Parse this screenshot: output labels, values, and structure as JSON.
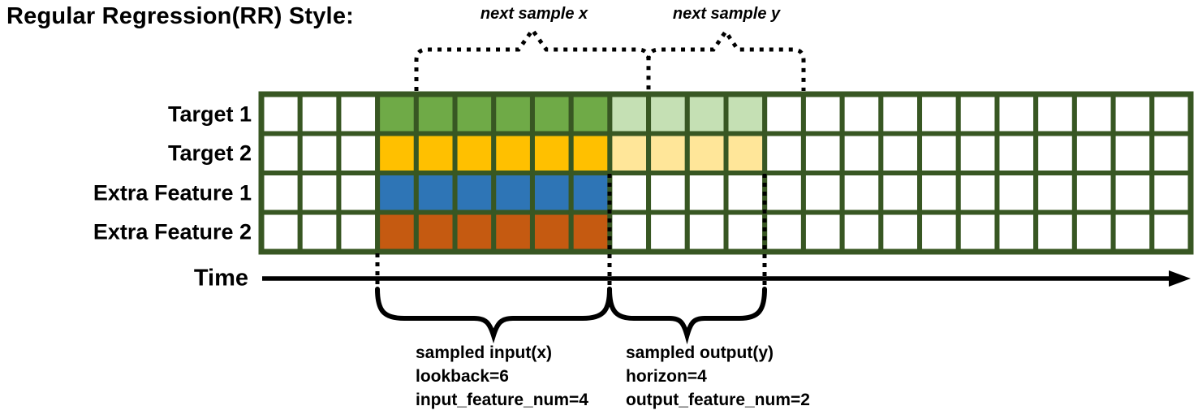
{
  "title": "Regular Regression(RR) Style:",
  "colors": {
    "border": "#385723",
    "green": "#6FAA47",
    "lightGreen": "#C5E0B4",
    "gold": "#FFC000",
    "lightGold": "#FFE699",
    "blue": "#2E75B6",
    "orange": "#C55A11",
    "ink": "#000000"
  },
  "grid": {
    "columns": 24,
    "rows": [
      {
        "label": "Target 1",
        "cells": [
          {
            "range": [
              3,
              9
            ],
            "color": "green"
          },
          {
            "range": [
              9,
              13
            ],
            "color": "lightGreen"
          }
        ]
      },
      {
        "label": "Target 2",
        "cells": [
          {
            "range": [
              3,
              9
            ],
            "color": "gold"
          },
          {
            "range": [
              9,
              13
            ],
            "color": "lightGold"
          }
        ]
      },
      {
        "label": "Extra Feature 1",
        "cells": [
          {
            "range": [
              3,
              9
            ],
            "color": "blue"
          }
        ]
      },
      {
        "label": "Extra Feature 2",
        "cells": [
          {
            "range": [
              3,
              9
            ],
            "color": "orange"
          }
        ]
      }
    ]
  },
  "annotations": {
    "time_label": "Time",
    "next_sample_x": "next sample x",
    "next_sample_y": "next sample y",
    "input_lines": [
      "sampled input(x)",
      "lookback=6",
      "input_feature_num=4"
    ],
    "output_lines": [
      "sampled output(y)",
      "horizon=4",
      "output_feature_num=2"
    ],
    "lookback": 6,
    "horizon": 4,
    "input_feature_num": 4,
    "output_feature_num": 2
  }
}
